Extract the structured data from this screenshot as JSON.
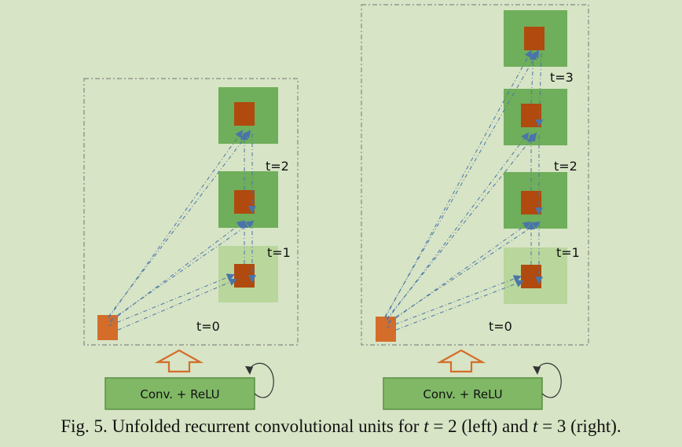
{
  "left_panel": {
    "step_labels": [
      "t=0",
      "t=1",
      "t=2"
    ],
    "block_label": "Conv. + ReLU"
  },
  "right_panel": {
    "step_labels": [
      "t=0",
      "t=1",
      "t=2",
      "t=3"
    ],
    "block_label": "Conv. + ReLU"
  },
  "caption": {
    "prefix": "Fig. 5. Unfolded recurrent convolutional units for ",
    "var1": "t",
    "mid1": " = 2 (left) and ",
    "var2": "t",
    "suffix": " = 3 (right)."
  },
  "colors": {
    "background": "#d7e4c5",
    "layer_green": "#6fae5a",
    "layer_light": "#b9d69d",
    "unit_brown": "#b04a0e",
    "input_orange": "#d46d2a",
    "connection_blue": "#4a75a8",
    "block_green": "#80b866"
  }
}
